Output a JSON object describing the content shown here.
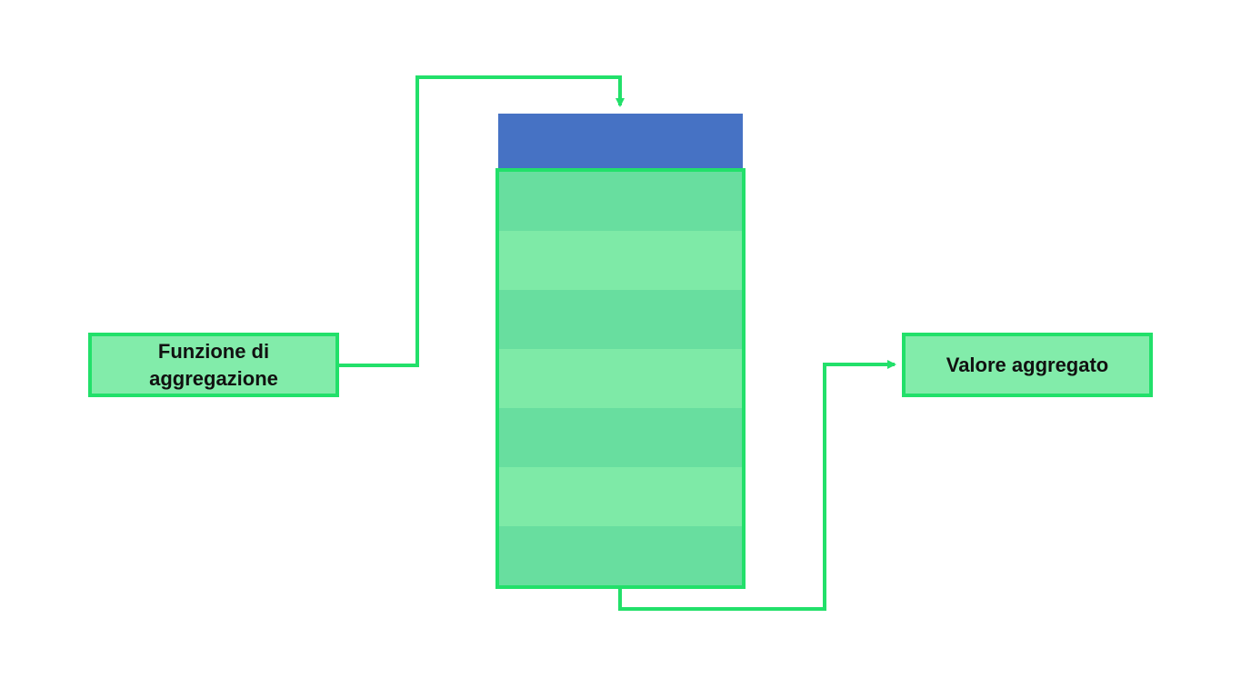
{
  "diagram": {
    "input_box_label": "Funzione di aggregazione",
    "output_box_label": "Valore aggregato",
    "table": {
      "row_count": 7
    },
    "colors": {
      "header": "#4672c4",
      "row_dark": "#68de9f",
      "row_light": "#7eeaa7",
      "border": "#22e06a",
      "connector": "#22e06a"
    }
  }
}
